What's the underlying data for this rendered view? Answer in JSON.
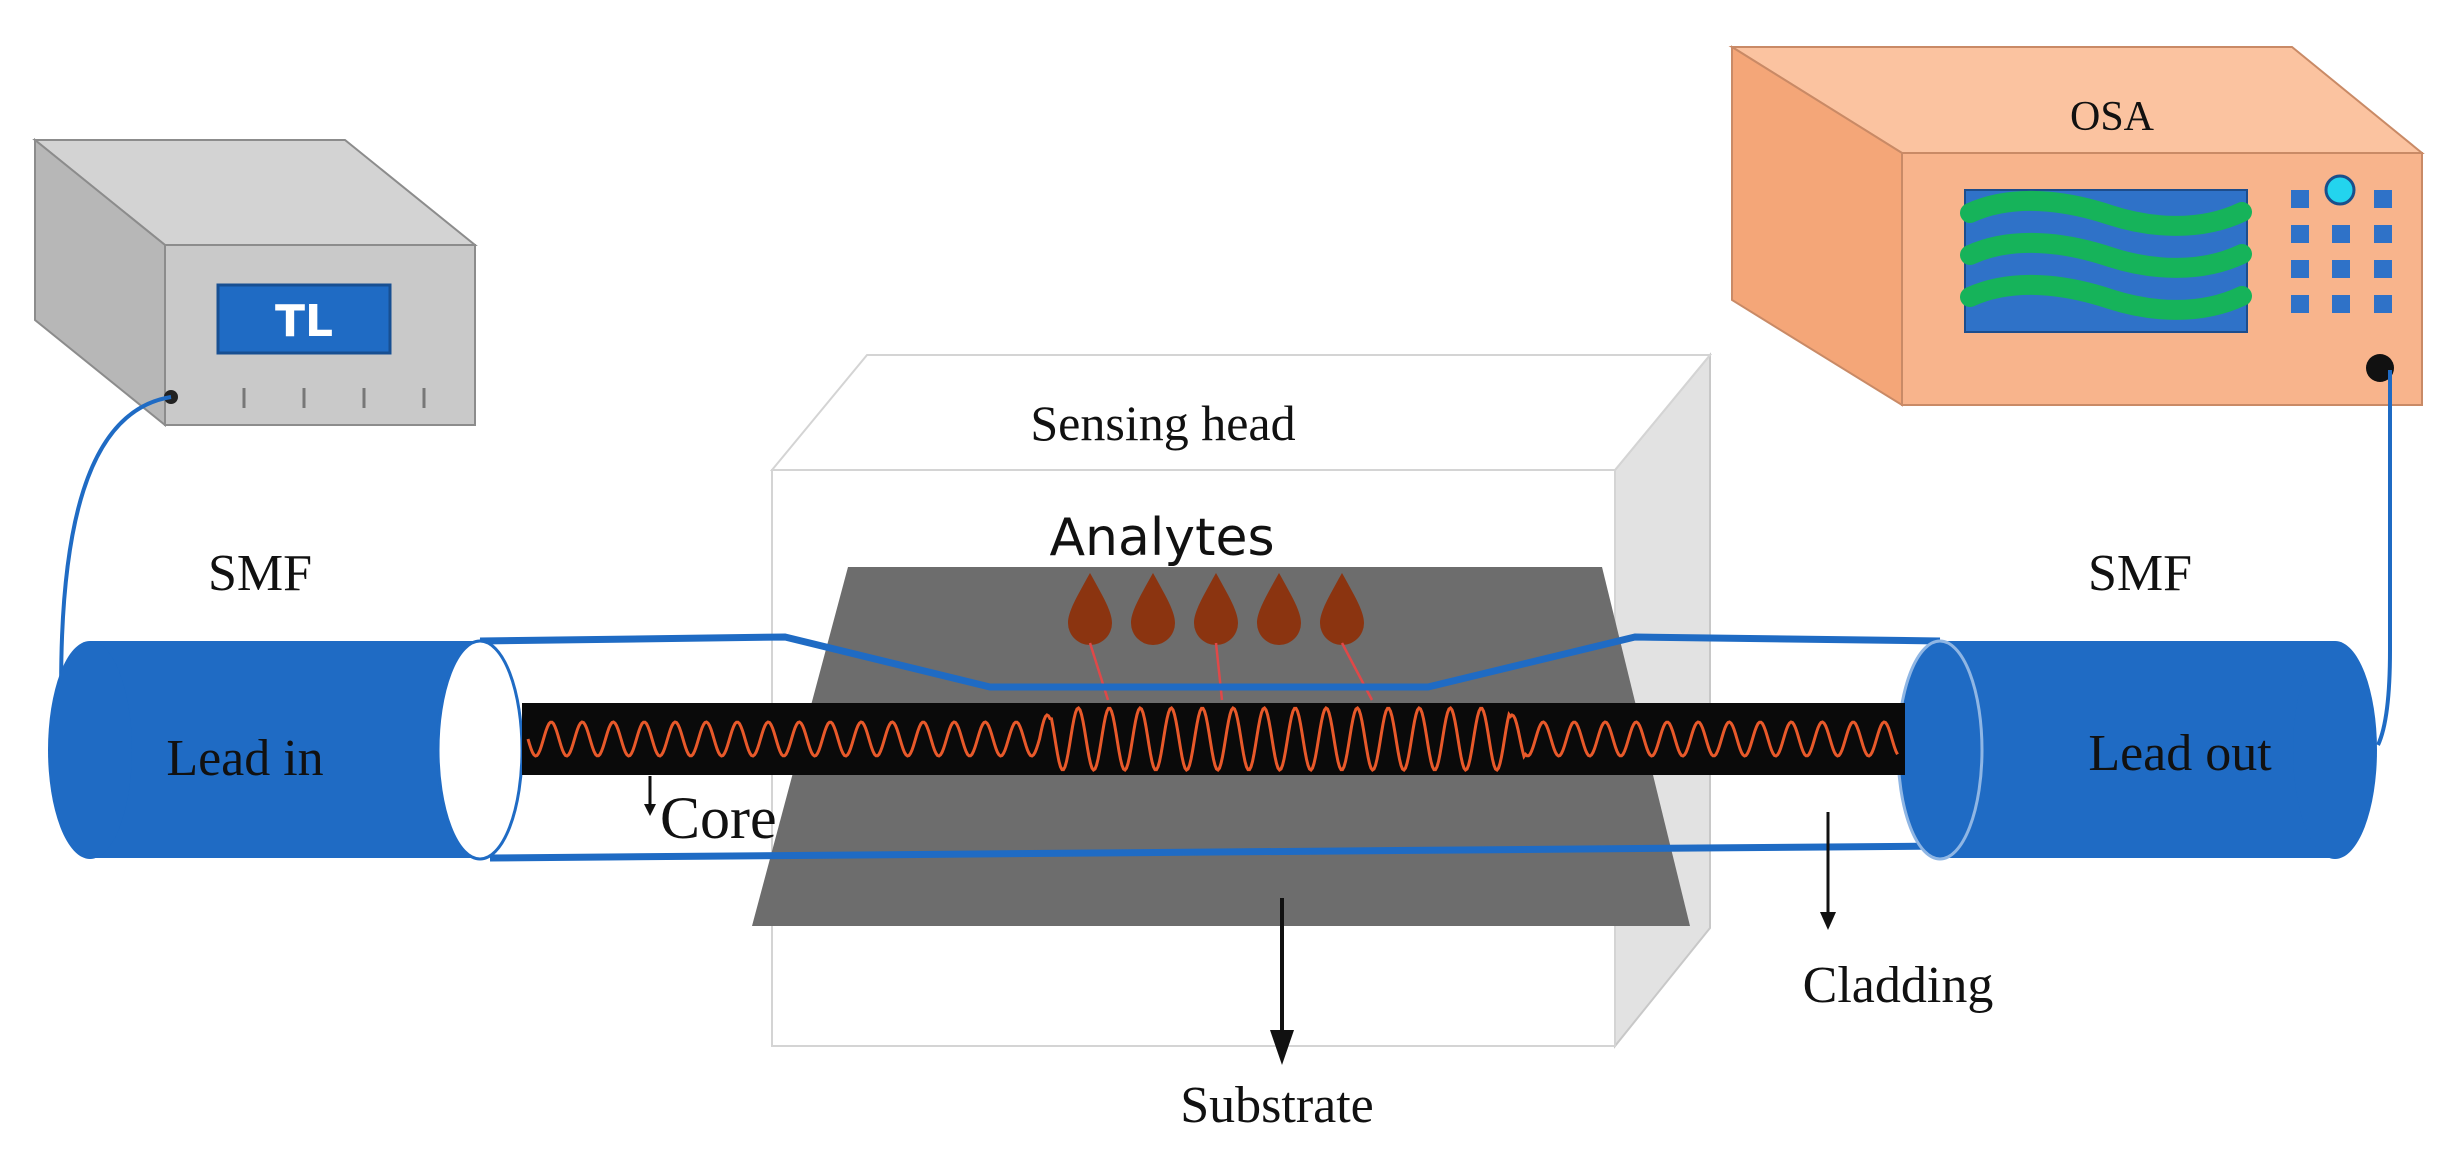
{
  "devices": {
    "tunable_laser": {
      "label": "TL"
    },
    "osa": {
      "label": "OSA"
    }
  },
  "sensing_head": {
    "label": "Sensing head"
  },
  "analytes": {
    "label": "Analytes",
    "count": 5
  },
  "fibers": {
    "left_smf": "SMF",
    "right_smf": "SMF",
    "lead_in": "Lead in",
    "lead_out": "Lead out"
  },
  "annotations": {
    "core": "Core",
    "cladding": "Cladding",
    "substrate": "Substrate"
  },
  "colors": {
    "fiber_blue": "#1f6bc4",
    "core_black": "#0a0a0a",
    "wave_orange": "#e8592a",
    "analyte_brown": "#8b3410",
    "substrate_gray": "#6d6d6d",
    "osa_body": "#f8b48c",
    "osa_screen": "#2f72c8",
    "osa_wave": "#16b35a",
    "tl_body": "#c9c9c9",
    "tl_display": "#1f6bc4"
  }
}
